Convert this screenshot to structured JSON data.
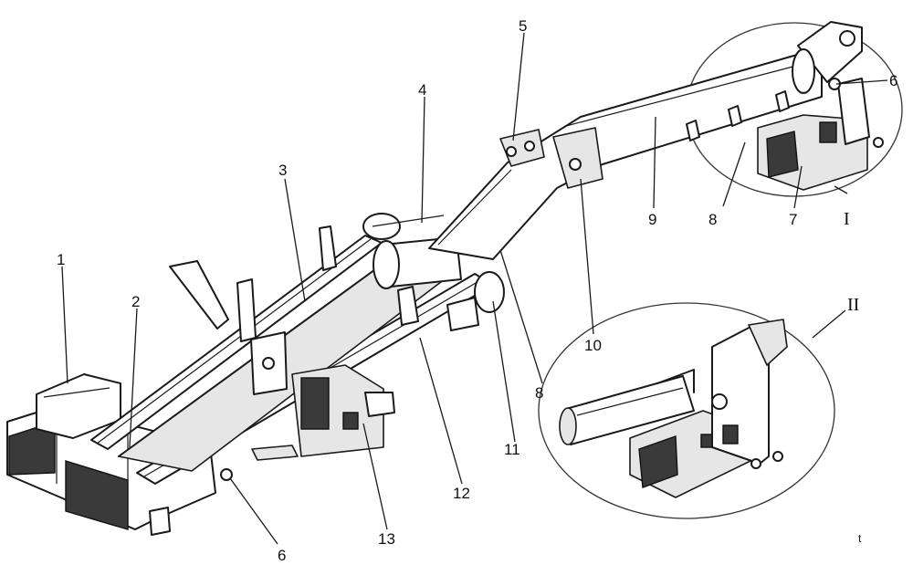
{
  "labels": {
    "l1": "1",
    "l2": "2",
    "l3": "3",
    "l4": "4",
    "l5": "5",
    "l6a": "6",
    "l6b": "6",
    "l7": "7",
    "l8a": "8",
    "l8b": "8",
    "l9": "9",
    "l10": "10",
    "l11": "11",
    "l12": "12",
    "l13": "13",
    "roman1": "I",
    "roman2": "II",
    "stray": "t"
  }
}
